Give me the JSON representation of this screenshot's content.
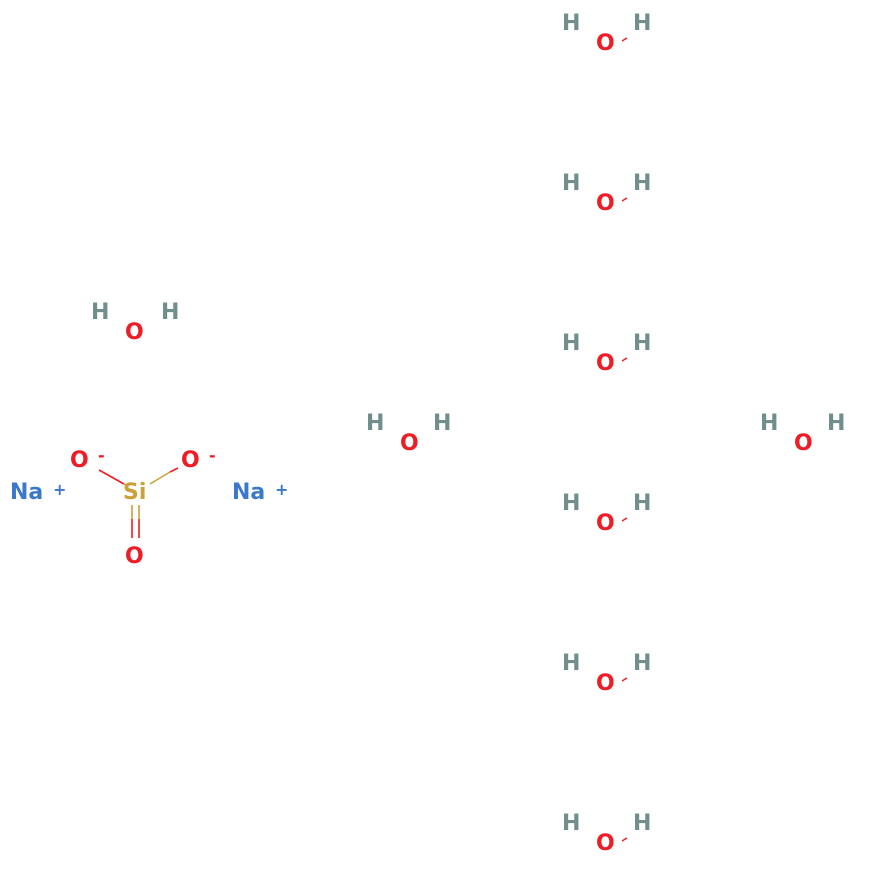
{
  "colors": {
    "sodium": "#3a78c9",
    "oxygen": "#ee1c25",
    "silicon": "#c9a13a",
    "hydrogen": "#6f8e8c",
    "background": "#ffffff"
  },
  "silicate": {
    "sodium_left": {
      "symbol": "Na",
      "charge": "+"
    },
    "sodium_right": {
      "symbol": "Na",
      "charge": "+"
    },
    "silicon": {
      "symbol": "Si"
    },
    "oxygen_left": {
      "symbol": "O",
      "charge": "-"
    },
    "oxygen_right": {
      "symbol": "O",
      "charge": "-"
    },
    "oxygen_bottom": {
      "symbol": "O"
    }
  },
  "waters": [
    {
      "o": "O",
      "h1": "H",
      "h2": "H"
    },
    {
      "o": "O",
      "h1": "H",
      "h2": "H"
    },
    {
      "o": "O",
      "h1": "H",
      "h2": "H"
    },
    {
      "o": "O",
      "h1": "H",
      "h2": "H"
    },
    {
      "o": "O",
      "h1": "H",
      "h2": "H"
    },
    {
      "o": "O",
      "h1": "H",
      "h2": "H"
    },
    {
      "o": "O",
      "h1": "H",
      "h2": "H"
    },
    {
      "o": "O",
      "h1": "H",
      "h2": "H"
    },
    {
      "o": "O",
      "h1": "H",
      "h2": "H"
    }
  ]
}
